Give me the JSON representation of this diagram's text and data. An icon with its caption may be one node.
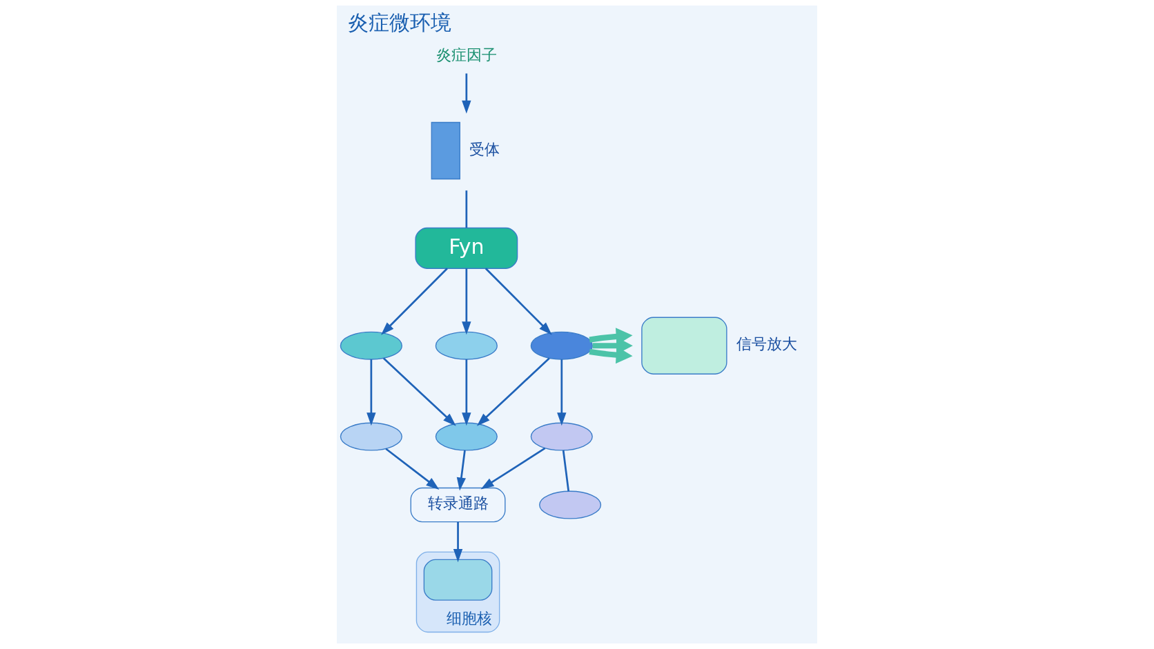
{
  "diagram": {
    "title": "炎症微环境",
    "nodes": [
      {
        "text": [
          "炎症因子"
        ]
      },
      {
        "text": [],
        "shape": "bar",
        "beside": [
          "受体"
        ]
      },
      {
        "text": [
          "Fyn"
        ]
      },
      {
        "text": [],
        "shape": "oval"
      },
      {
        "text": [],
        "shape": "oval"
      },
      {
        "text": [],
        "shape": "oval"
      },
      {
        "text": [],
        "shape": "oval"
      },
      {
        "text": [],
        "shape": "oval"
      },
      {
        "text": [],
        "shape": "oval"
      },
      {
        "text": [],
        "shape": "oval"
      },
      {
        "text": [
          "转录通路"
        ]
      },
      {
        "text": [
          "细胞核"
        ]
      },
      {
        "text": [],
        "shape": "box",
        "in": 11
      },
      {
        "text": [],
        "shape": "cloud",
        "beside": [
          "信号放大"
        ]
      }
    ],
    "edges": [
      {
        "from": 0,
        "to": 1,
        "arrow": "to"
      },
      {
        "from": 1,
        "to": 2,
        "arrow": "none"
      },
      {
        "from": 2,
        "to": 3,
        "arrow": "to"
      },
      {
        "from": 2,
        "to": 4,
        "arrow": "to"
      },
      {
        "from": 2,
        "to": 5,
        "arrow": "to"
      },
      {
        "from": 3,
        "to": 6,
        "arrow": "to"
      },
      {
        "from": 3,
        "to": 7,
        "arrow": "to"
      },
      {
        "from": 4,
        "to": 7,
        "arrow": "to"
      },
      {
        "from": 5,
        "to": 7,
        "arrow": "to"
      },
      {
        "from": 5,
        "to": 8,
        "arrow": "to"
      },
      {
        "from": 8,
        "to": 9,
        "arrow": "none"
      },
      {
        "from": 6,
        "to": 10,
        "arrow": "to"
      },
      {
        "from": 7,
        "to": 10,
        "arrow": "to"
      },
      {
        "from": 8,
        "to": 10,
        "arrow": "to"
      },
      {
        "from": 10,
        "to": 12,
        "arrow": "to"
      },
      {
        "from": 5,
        "to": 13,
        "arrow": "to",
        "style": "thick",
        "color": "#4cc3a8"
      },
      {
        "from": 5,
        "to": 13,
        "arrow": "to",
        "style": "thick",
        "color": "#4cc3a8"
      },
      {
        "from": 5,
        "to": 13,
        "arrow": "to",
        "style": "thick",
        "color": "#4cc3a8"
      }
    ]
  }
}
